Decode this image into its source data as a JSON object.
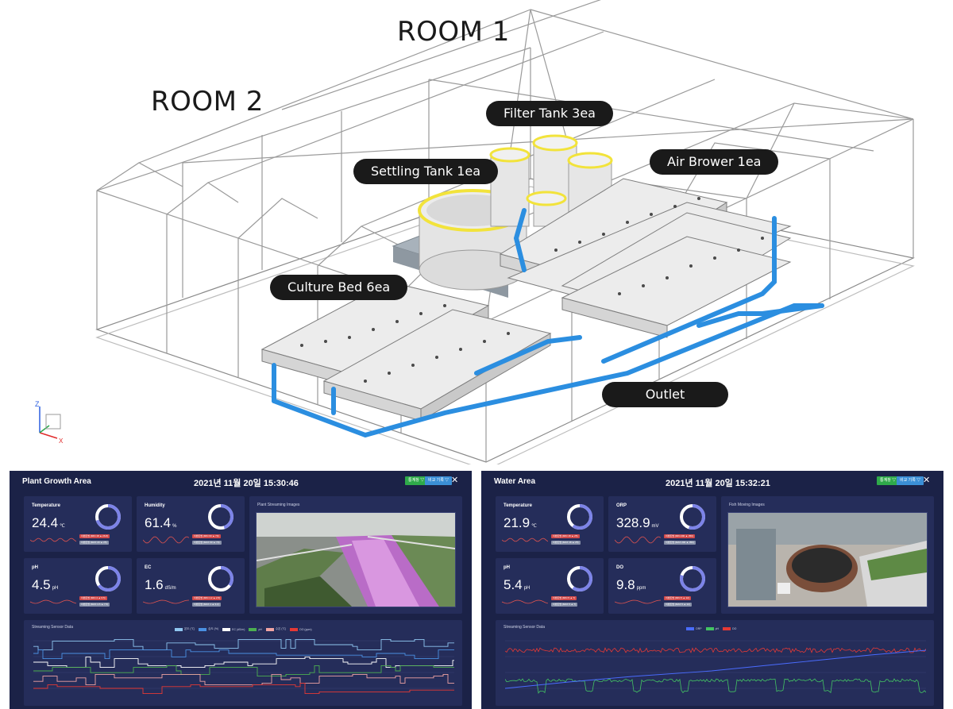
{
  "scene": {
    "room1": "ROOM 1",
    "room2": "ROOM 2",
    "callouts": {
      "filter_tank": "Filter Tank 3ea",
      "settling_tank": "Settling Tank 1ea",
      "air_brower": "Air Brower 1ea",
      "culture_bed": "Culture Bed 6ea",
      "outlet": "Outlet"
    },
    "axis": {
      "z": "Z",
      "x": "X"
    }
  },
  "plant": {
    "title": "Plant Growth Area",
    "time": "2021년 11월 20일 15:30:46",
    "btn1": "통계창 ▽",
    "btn2": "비교 기록 ▽",
    "close": "✕",
    "cards": [
      {
        "label": "Temperature",
        "value": "24.4",
        "unit": "℃",
        "ring": 0.7,
        "pill_red": "이벤트범 (MIN 18 ▲ 26.8)",
        "pill_gray": "이벤트범 (MAX 20 ▲ 25)"
      },
      {
        "label": "Humidity",
        "value": "61.4",
        "unit": "%",
        "ring": 0.45,
        "pill_red": "이벤트범 (MIN 60 ▲ 70)",
        "pill_gray": "이벤트범 (MAX 60 ▲ 70)"
      },
      {
        "label": "pH",
        "value": "4.5",
        "unit": "pH",
        "ring": 0.65,
        "pill_red": "이벤트범 (MIN 4 ▲ 6.5)",
        "pill_gray": "이벤트범 (MAX 4.5 ▲ 7.5)"
      },
      {
        "label": "EC",
        "value": "1.6",
        "unit": "dS/m",
        "ring": 0.35,
        "pill_red": "이벤트범 (MIN 1.2 ▲ 2.5)",
        "pill_gray": "이벤트범 (MAX 1 ▲ 3.2)"
      }
    ],
    "photo_label": "Plant Streaming Images",
    "stream_label": "Streaming Sensor Data",
    "legend": [
      {
        "name": "온도 (℃)",
        "color": "#8fc6f0"
      },
      {
        "name": "습도 (%)",
        "color": "#4a90e2"
      },
      {
        "name": "EC (dS/m)",
        "color": "#ffffff"
      },
      {
        "name": "pH",
        "color": "#4caf50"
      },
      {
        "name": "수온 (℃)",
        "color": "#f0a3a3"
      },
      {
        "name": "DO (ppm)",
        "color": "#e53935"
      }
    ]
  },
  "water": {
    "title": "Water Area",
    "time": "2021년 11월 20일 15:32:21",
    "btn1": "통계창 ▽",
    "btn2": "비교 기록 ▽",
    "close": "✕",
    "cards": [
      {
        "label": "Temperature",
        "value": "21.9",
        "unit": "℃",
        "ring": 0.6,
        "pill_red": "이벤트범 (MIN 18 ▲ 25)",
        "pill_gray": "이벤트범 (MAX 18 ▲ 25)"
      },
      {
        "label": "ORP",
        "value": "328.9",
        "unit": "mV",
        "ring": 0.55,
        "pill_red": "이벤트범 (MIN 200 ▲ 350)",
        "pill_gray": "이벤트범 (MAX 200 ▲ 350)"
      },
      {
        "label": "pH",
        "value": "5.4",
        "unit": "pH",
        "ring": 0.6,
        "pill_red": "이벤트범 (MIN 5 ▲ 7)",
        "pill_gray": "이벤트범 (MAX 5 ▲ 7)"
      },
      {
        "label": "DO",
        "value": "9.8",
        "unit": "ppm",
        "ring": 0.8,
        "pill_red": "이벤트범 (MIN 5 ▲ 12)",
        "pill_gray": "이벤트범 (MAX 5 ▲ 12)"
      }
    ],
    "photo_label": "Fish Moving Images",
    "stream_label": "Streaming Sensor Data",
    "legend": [
      {
        "name": "ORP",
        "color": "#4a6cff"
      },
      {
        "name": "pH",
        "color": "#43c463"
      },
      {
        "name": "DO",
        "color": "#e53935"
      }
    ]
  },
  "colors": {
    "dash_bg": "#1b2247",
    "card_bg": "#252d5a",
    "ring": "#7c83e8",
    "pipe": "#2b8ee0",
    "tank_rim": "#f2e33b"
  }
}
